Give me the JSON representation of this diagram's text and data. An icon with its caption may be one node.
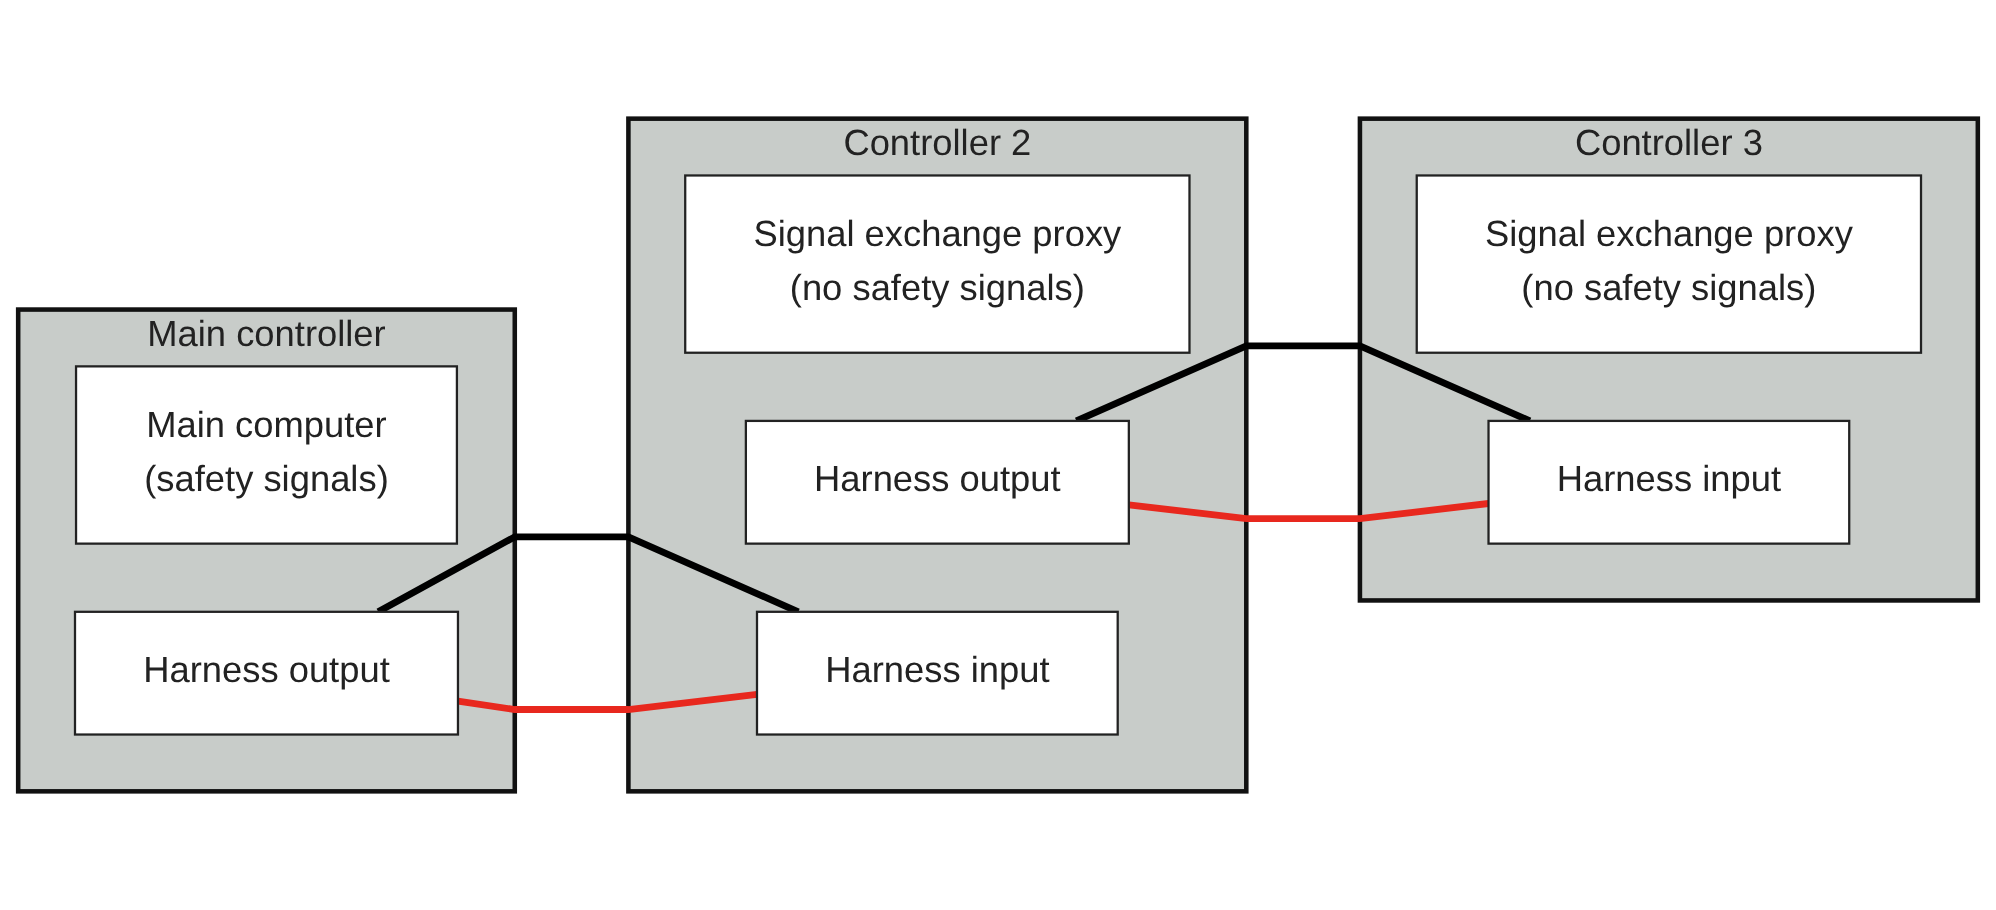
{
  "diagram": {
    "nodes": [
      {
        "text": [
          "Main controller"
        ]
      },
      {
        "text": [
          "Main computer",
          "(safety signals)"
        ],
        "in": 0
      },
      {
        "text": [
          "Harness output"
        ],
        "in": 0
      },
      {
        "text": [
          "Controller 2"
        ]
      },
      {
        "text": [
          "Signal exchange proxy",
          "(no safety signals)"
        ],
        "in": 3
      },
      {
        "text": [
          "Harness output"
        ],
        "in": 3
      },
      {
        "text": [
          "Harness input"
        ],
        "in": 3
      },
      {
        "text": [
          "Controller 3"
        ]
      },
      {
        "text": [
          "Signal exchange proxy",
          "(no safety signals)"
        ],
        "in": 7
      },
      {
        "text": [
          "Harness input"
        ],
        "in": 7
      }
    ],
    "edges": [
      {
        "from": 2,
        "to": 6,
        "arrow": "none",
        "color": "#000000"
      },
      {
        "from": 2,
        "to": 6,
        "arrow": "none",
        "color": "#e8281e"
      },
      {
        "from": 5,
        "to": 9,
        "arrow": "none",
        "color": "#000000"
      },
      {
        "from": 5,
        "to": 9,
        "arrow": "none",
        "color": "#e8281e"
      }
    ]
  }
}
